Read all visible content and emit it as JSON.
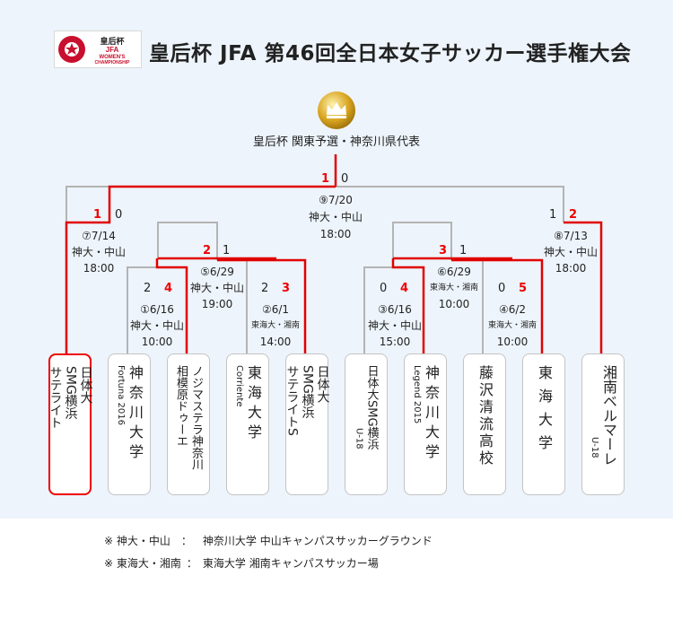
{
  "header": {
    "logo_text": [
      "皇后杯",
      "JFA",
      "WOMEN'S",
      "CHAMPIONSHIP"
    ],
    "title": "皇后杯 JFA 第46回全日本女子サッカー選手権大会",
    "champion_label": "皇后杯 関東予選・神奈川県代表"
  },
  "matches": {
    "m1": {
      "no": "①6/16",
      "venue": "神大・中山",
      "time": "10:00",
      "score_left": "2",
      "score_right": "4"
    },
    "m2": {
      "no": "②6/1",
      "venue": "東海大・湘南",
      "time": "14:00",
      "score_left": "2",
      "score_right": "3"
    },
    "m3": {
      "no": "③6/16",
      "venue": "神大・中山",
      "time": "15:00",
      "score_left": "0",
      "score_right": "4"
    },
    "m4": {
      "no": "④6/2",
      "venue": "東海大・湘南",
      "time": "10:00",
      "score_left": "0",
      "score_right": "5"
    },
    "m5": {
      "no": "⑤6/29",
      "venue": "神大・中山",
      "time": "19:00",
      "score_left": "2",
      "score_right": "1"
    },
    "m6": {
      "no": "⑥6/29",
      "venue": "東海大・湘南",
      "time": "10:00",
      "score_left": "3",
      "score_right": "1"
    },
    "m7": {
      "no": "⑦7/14",
      "venue": "神大・中山",
      "time": "18:00",
      "score_left": "1",
      "score_right": "0"
    },
    "m8": {
      "no": "⑧7/13",
      "venue": "神大・中山",
      "time": "18:00",
      "score_left": "1",
      "score_right": "2"
    },
    "m9": {
      "no": "⑨7/20",
      "venue": "神大・中山",
      "time": "18:00",
      "score_left": "1",
      "score_right": "0"
    }
  },
  "teams": [
    {
      "cols": [
        "日体大",
        "SMG横浜",
        "サテライト"
      ]
    },
    {
      "cols": [
        "神奈川大学"
      ],
      "sub": "Fortuna 2016"
    },
    {
      "cols": [
        "ノジマステラ神奈川",
        "相模原ドゥーエ"
      ]
    },
    {
      "cols": [
        "東海大学"
      ],
      "sub": "Corriente"
    },
    {
      "cols": [
        "日体大",
        "SMG横浜",
        "サテライトS"
      ]
    },
    {
      "cols": [
        "日体大SMG横浜"
      ],
      "sub": "U-18"
    },
    {
      "cols": [
        "神奈川大学"
      ],
      "sub": "Legend 2015"
    },
    {
      "cols": [
        "藤沢清流高校"
      ]
    },
    {
      "cols": [
        "東海大学"
      ]
    },
    {
      "cols": [
        "湘南ベルマーレ"
      ],
      "sub": "U-18"
    }
  ],
  "notes": [
    {
      "mark": "※ 神大・中山",
      "sep": "：",
      "text": "神奈川大学 中山キャンパスサッカーグラウンド"
    },
    {
      "mark": "※ 東海大・湘南",
      "sep": "：",
      "text": "東海大学 湘南キャンパスサッカー場"
    }
  ],
  "colors": {
    "winner": "#e00000",
    "line": "#b4b4b4",
    "panel": "#edf4fb"
  }
}
